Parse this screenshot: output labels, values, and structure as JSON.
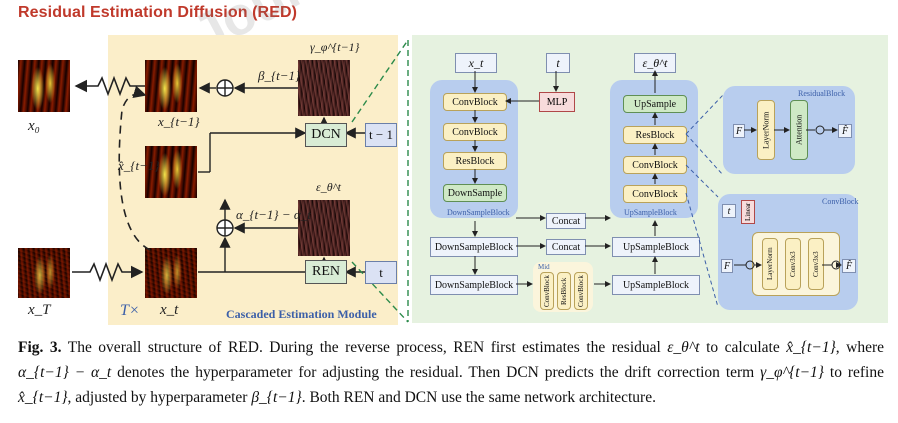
{
  "title": "Residual Estimation Diffusion (RED)",
  "watermark": "Jour",
  "left": {
    "labels": {
      "x0": "x₀",
      "xt1": "x_{t−1}",
      "xt1hat": "x̂_{t−1}",
      "xT": "x_T",
      "xt": "x_t",
      "times": "T×",
      "beta": "β_{t−1}",
      "alpha": "α_{t−1} − α_t",
      "gamma": "γ_φ^{t−1}",
      "eps": "ε_θ^t",
      "dcn": "DCN",
      "ren": "REN",
      "t1": "t − 1",
      "t": "t",
      "module": "Cascaded Estimation Module"
    }
  },
  "right": {
    "xt": "x_t",
    "t": "t",
    "eps": "ε_θ^t",
    "mlp": "MLP",
    "down_blocks": [
      "ConvBlock",
      "ConvBlock",
      "ResBlock",
      "DownSample"
    ],
    "down_label": "DownSampleBlock",
    "up_blocks": [
      "UpSample",
      "ResBlock",
      "ConvBlock",
      "ConvBlock"
    ],
    "up_label": "UpSampleBlock",
    "concat": "Concat",
    "row2_left": "DownSampleBlock",
    "row2_right": "UpSampleBlock",
    "row3_left": "DownSampleBlock",
    "row3_right": "UpSampleBlock",
    "mid_label": "Mid",
    "mid_blocks": [
      "ConvBlock",
      "ResBlock",
      "ConvBlock"
    ],
    "resblock_title": "ResidualBlock",
    "resblock_parts": [
      "LayerNorm",
      "Attention"
    ],
    "convblock_title": "ConvBlock",
    "convblock_parts": [
      "LayerNorm",
      "Conv3x3",
      "Conv3x3"
    ],
    "linear": "Linear",
    "F": "F",
    "Fhat": "F̂"
  },
  "caption": {
    "fig": "Fig. 3.",
    "text1": " The overall structure of RED. During the reverse process, REN first estimates the residual ",
    "sym1": "ε_θ^t",
    "text2": " to calculate ",
    "sym2": "x̂_{t−1}",
    "text3": ", where ",
    "sym3": "α_{t−1} − α_t",
    "text4": " denotes the hyperparameter for adjusting the residual. Then DCN predicts the drift correction term ",
    "sym4": "γ_φ^{t−1}",
    "text5": " to refine ",
    "sym5": "x̂_{t−1}",
    "text6": ", adjusted by hyperparameter ",
    "sym6": "β_{t−1}",
    "text7": ". Both REN and DCN use the same network architecture."
  }
}
